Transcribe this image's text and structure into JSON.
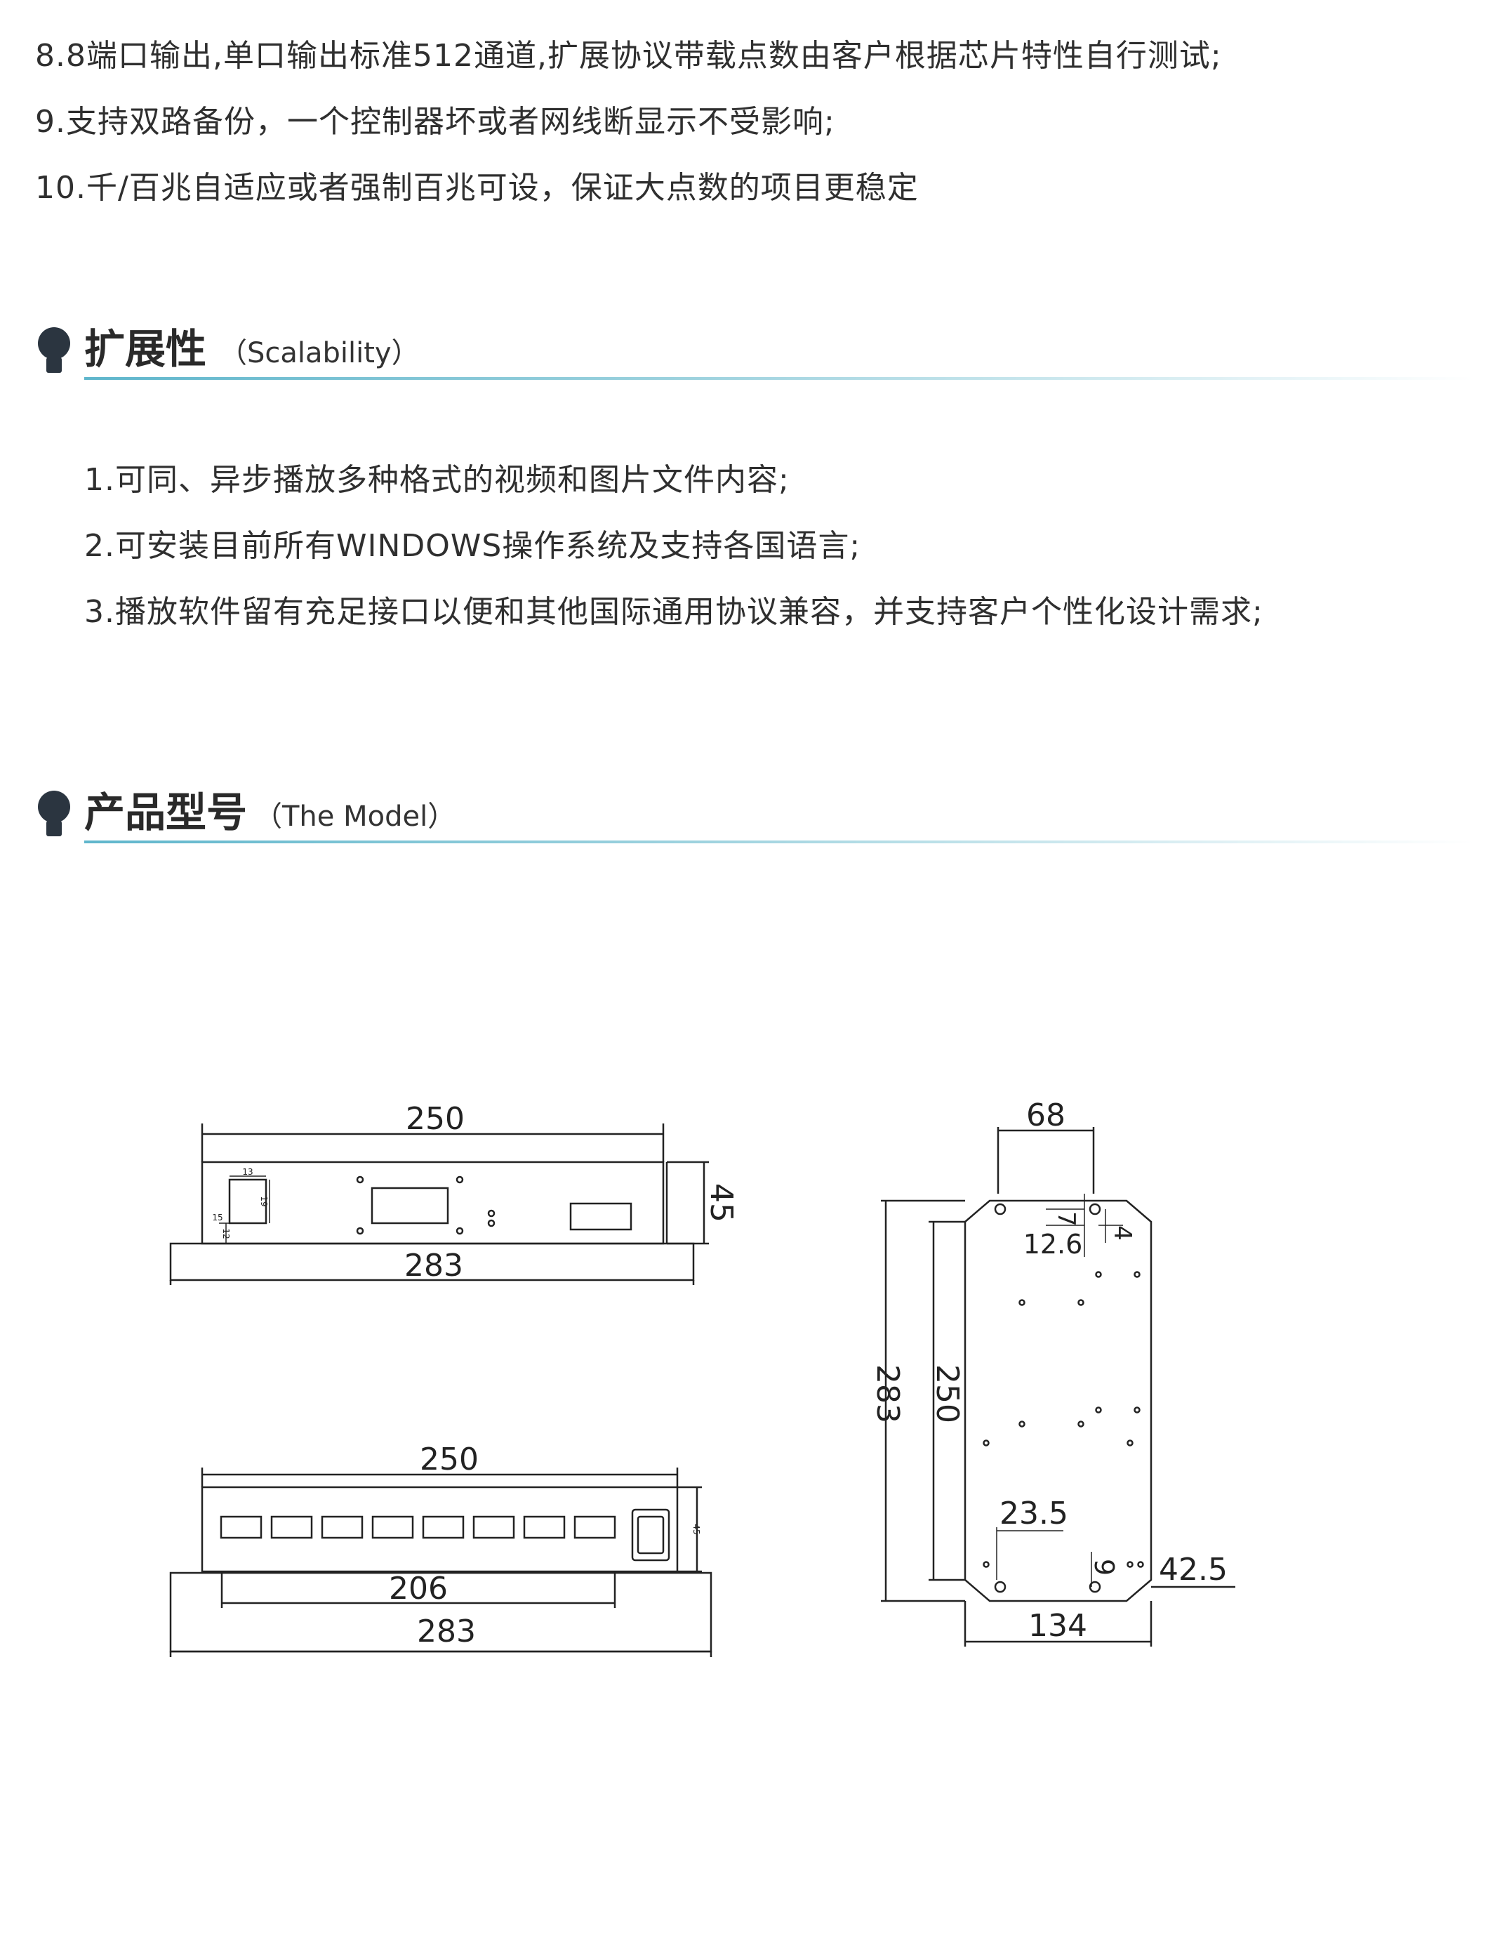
{
  "features_cont": [
    "8.8端口输出,单口输出标准512通道,扩展协议带载点数由客户根据芯片特性自行测试;",
    "9.支持双路备份，一个控制器坏或者网线断显示不受影响;",
    "10.千/百兆自适应或者强制百兆可设，保证大点数的项目更稳定"
  ],
  "scalability": {
    "title": "扩展性",
    "subtitle": "（Scalability）",
    "items": [
      "1.可同、异步播放多种格式的视频和图片文件内容;",
      "2.可安装目前所有WINDOWS操作系统及支持各国语言;",
      "3.播放软件留有充足接口以便和其他国际通用协议兼容，并支持客户个性化设计需求;"
    ]
  },
  "model": {
    "title": "产品型号",
    "subtitle": "（The Model）"
  },
  "drawing": {
    "front": {
      "width_top": "250",
      "width_base": "283",
      "height": "45",
      "port_w": "13",
      "port_h": "19",
      "port_off_x": "15",
      "port_off_y": "12"
    },
    "rear": {
      "width_top": "250",
      "width_inner": "206",
      "width_base": "283",
      "height": "45"
    },
    "bottom": {
      "top_width": "68",
      "hole_gap": "7",
      "hole_off": "12.6",
      "hole_r": "4",
      "height_outer": "283",
      "height_inner": "250",
      "bottom_off": "23.5",
      "bottom_hole": "9",
      "side_off": "42.5",
      "width": "134"
    }
  },
  "colors": {
    "accent_rule": "#5fb6cc",
    "bulb": "#2b3540",
    "line": "#222222"
  },
  "icons": {
    "heading_marker": "bulb-icon"
  }
}
